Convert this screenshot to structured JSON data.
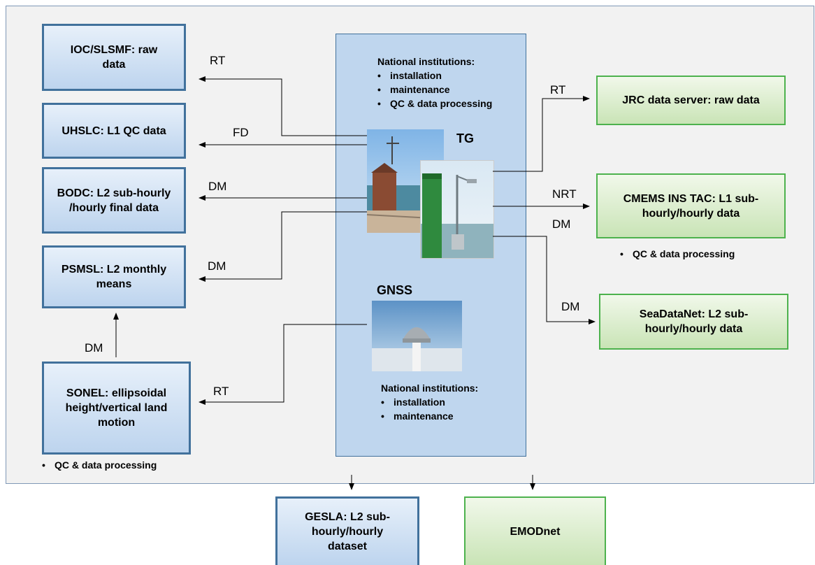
{
  "left_boxes": [
    {
      "label": "IOC/SLSMF: raw data"
    },
    {
      "label": "UHSLC: L1 QC data"
    },
    {
      "label": "BODC: L2 sub-hourly /hourly final data"
    },
    {
      "label": "PSMSL: L2 monthly means"
    },
    {
      "label": "SONEL: ellipsoidal height/vertical land motion"
    }
  ],
  "right_boxes": [
    {
      "label": "JRC data server: raw data"
    },
    {
      "label": "CMEMS INS TAC: L1 sub-hourly/hourly data"
    },
    {
      "label": "SeaDataNet: L2 sub-hourly/hourly data"
    }
  ],
  "bottom_boxes": [
    {
      "label": "GESLA: L2 sub-hourly/hourly dataset"
    },
    {
      "label": "EMODnet"
    }
  ],
  "center": {
    "top_title": "National institutions:",
    "top_items": [
      "installation",
      "maintenance",
      "QC & data processing"
    ],
    "tg_label": "TG",
    "gnss_label": "GNSS",
    "bottom_title": "National institutions:",
    "bottom_items": [
      "installation",
      "maintenance"
    ]
  },
  "notes": {
    "cmems_note": "QC & data processing",
    "sonel_note": "QC & data processing"
  },
  "arrow_labels": {
    "ioc": "RT",
    "uhslc": "FD",
    "bodc": "DM",
    "psmsl": "DM",
    "sonel_to_psmsl": "DM",
    "sonel": "RT",
    "jrc": "RT",
    "cmems_nrt": "NRT",
    "cmems_dm": "DM",
    "seadatanet": "DM"
  },
  "colors": {
    "blue_border": "#41719c",
    "green_border": "#4db24d",
    "panel_fill": "#bfd6ee"
  }
}
